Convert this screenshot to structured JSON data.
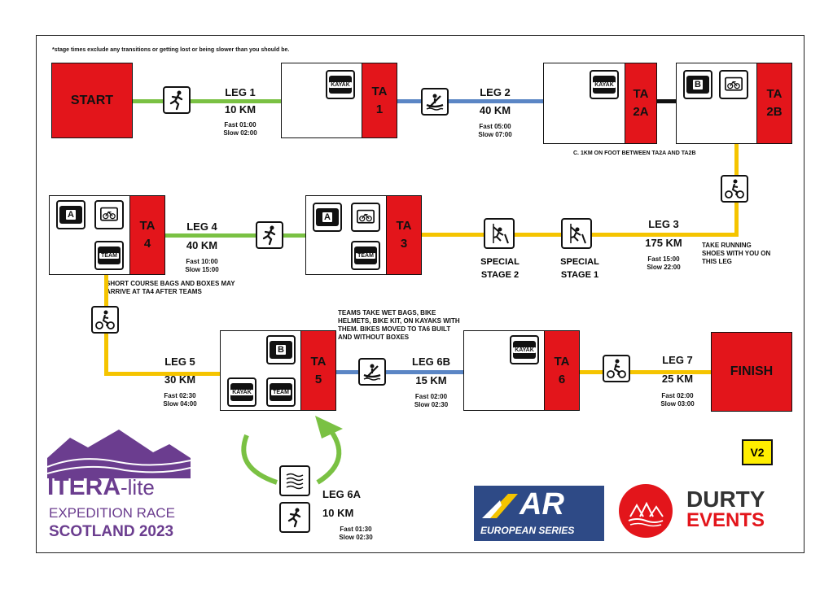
{
  "footnote": "*stage times exclude any transitions or getting lost or being slower than you should be.",
  "start": "START",
  "finish": "FINISH",
  "ta1": {
    "l1": "TA",
    "l2": "1"
  },
  "ta2a": {
    "l1": "TA",
    "l2": "2A"
  },
  "ta2b": {
    "l1": "TA",
    "l2": "2B"
  },
  "ta3": {
    "l1": "TA",
    "l2": "3"
  },
  "ta4": {
    "l1": "TA",
    "l2": "4"
  },
  "ta5": {
    "l1": "TA",
    "l2": "5"
  },
  "ta6": {
    "l1": "TA",
    "l2": "6"
  },
  "bags": {
    "kayak": "KAYAK",
    "team": "TEAM",
    "a": "A",
    "b": "B"
  },
  "legs": {
    "leg1": {
      "name": "LEG 1",
      "dist": "10 KM",
      "fast": "Fast 01:00",
      "slow": "Slow 02:00"
    },
    "leg2": {
      "name": "LEG 2",
      "dist": "40 KM",
      "fast": "Fast 05:00",
      "slow": "Slow 07:00"
    },
    "leg3": {
      "name": "LEG 3",
      "dist": "175 KM",
      "fast": "Fast 15:00",
      "slow": "Slow 22:00"
    },
    "leg4": {
      "name": "LEG 4",
      "dist": "40 KM",
      "fast": "Fast 10:00",
      "slow": "Slow 15:00"
    },
    "leg5": {
      "name": "LEG 5",
      "dist": "30 KM",
      "fast": "Fast 02:30",
      "slow": "Slow 04:00"
    },
    "leg6a": {
      "name": "LEG 6A",
      "dist": "10 KM",
      "fast": "Fast 01:30",
      "slow": "Slow 02:30"
    },
    "leg6b": {
      "name": "LEG 6B",
      "dist": "15 KM",
      "fast": "Fast 02:00",
      "slow": "Slow 02:30"
    },
    "leg7": {
      "name": "LEG 7",
      "dist": "25 KM",
      "fast": "Fast 02:00",
      "slow": "Slow 03:00"
    }
  },
  "notes": {
    "ta2": "C. 1KM ON FOOT BETWEEN TA2A AND TA2B",
    "shoes": "TAKE RUNNING SHOES WITH YOU ON THIS LEG",
    "shortcourse": "SHORT COURSE BAGS AND BOXES MAY ARRIVE AT TA4 AFTER TEAMS",
    "teams": "TEAMS TAKE WET BAGS, BIKE HELMETS, BIKE KIT, ON KAYAKS WITH THEM. BIKES MOVED TO TA6 BUILT AND WITHOUT BOXES"
  },
  "stages": {
    "special2": {
      "l1": "SPECIAL",
      "l2": "STAGE 2"
    },
    "special1": {
      "l1": "SPECIAL",
      "l2": "STAGE 1"
    }
  },
  "logo": {
    "itera": "ITERA",
    "lite": "-lite",
    "race": "EXPEDITION RACE",
    "scotland": "SCOTLAND 2023",
    "ar": "AR",
    "arsub": "EUROPEAN SERIES",
    "durty": "DURTY",
    "events": "EVENTS"
  },
  "version": "V2",
  "colors": {
    "red": "#e3151b",
    "green": "#7ac143",
    "blue": "#5b86c5",
    "yellow": "#f5c400",
    "purple": "#6b3d8f",
    "arBlue": "#2e4a86"
  }
}
